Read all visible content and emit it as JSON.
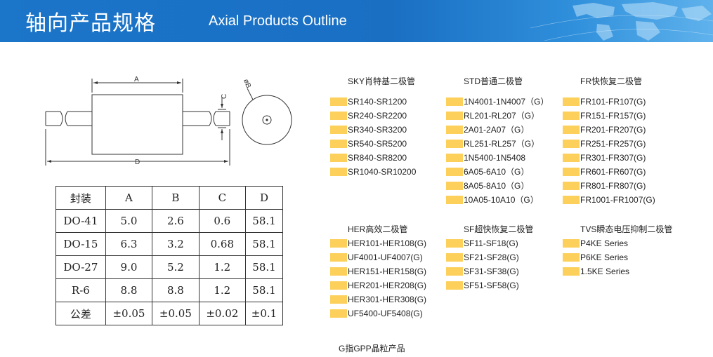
{
  "header": {
    "title_cn": "轴向产品规格",
    "title_en": "Axial Products Outline"
  },
  "drawing": {
    "labels": {
      "a": "A",
      "b": "øB",
      "c": "C",
      "d": "D"
    }
  },
  "table": {
    "headers": [
      "封装",
      "A",
      "B",
      "C",
      "D"
    ],
    "rows": [
      [
        "DO-41",
        "5.0",
        "2.6",
        "0.6",
        "58.1"
      ],
      [
        "DO-15",
        "6.3",
        "3.2",
        "0.68",
        "58.1"
      ],
      [
        "DO-27",
        "9.0",
        "5.2",
        "1.2",
        "58.1"
      ],
      [
        "R-6",
        "8.8",
        "8.8",
        "1.2",
        "58.1"
      ],
      [
        "公差",
        "±0.05",
        "±0.05",
        "±0.02",
        "±0.1"
      ]
    ]
  },
  "colors": {
    "swatch": "#fdd05c",
    "banner": "#1b75c9"
  },
  "groups": [
    {
      "title": "SKY肖特基二极管",
      "items": [
        "SR140-SR1200",
        "SR240-SR2200",
        "SR340-SR3200",
        "SR540-SR5200",
        "SR840-SR8200",
        "SR1040-SR10200"
      ]
    },
    {
      "title": "STD普通二极管",
      "items": [
        "1N4001-1N4007（G）",
        "RL201-RL207（G）",
        "2A01-2A07（G）",
        "RL251-RL257（G）",
        "1N5400-1N5408",
        "6A05-6A10（G）",
        "8A05-8A10（G）",
        "10A05-10A10（G）"
      ]
    },
    {
      "title": "FR快恢复二极管",
      "items": [
        "FR101-FR107(G)",
        "FR151-FR157(G)",
        "FR201-FR207(G)",
        "FR251-FR257(G)",
        "FR301-FR307(G)",
        "FR601-FR607(G)",
        "FR801-FR807(G)",
        "FR1001-FR1007(G)"
      ]
    },
    {
      "title": "HER高效二极管",
      "items": [
        "HER101-HER108(G)",
        "UF4001-UF4007(G)",
        "HER151-HER158(G)",
        "HER201-HER208(G)",
        "HER301-HER308(G)",
        "UF5400-UF5408(G)"
      ]
    },
    {
      "title": "SF超快恢复二极管",
      "items": [
        "SF11-SF18(G)",
        "SF21-SF28(G)",
        "SF31-SF38(G)",
        "SF51-SF58(G)"
      ]
    },
    {
      "title": "TVS瞬态电压抑制二极管",
      "items": [
        "P4KE Series",
        "P6KE Series",
        "1.5KE Series"
      ]
    }
  ],
  "footnote": "G指GPP晶粒产品"
}
